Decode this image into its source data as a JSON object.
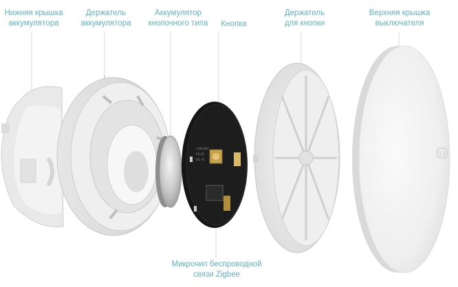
{
  "labels": {
    "bottom_cover": "Нижняя крышка\nаккумулятора",
    "battery_holder": "Держатель\nаккумулятора",
    "button_battery": "Аккумулятор\nкнопочного типа",
    "button": "Кнопка",
    "button_holder": "Держатель\nдля кнопки",
    "top_cover": "Верхняя крышка\nвыключателя",
    "zigbee_chip": "Микрочип беспроводной\nсвязи Zigbee"
  },
  "pcb_text": [
    "LOKIGU",
    "FUJI",
    "01-R"
  ],
  "colors": {
    "label": "#5fb3c0",
    "leader_line": "#d8dadc",
    "plastic": "#ececec",
    "pcb": "#141414"
  }
}
